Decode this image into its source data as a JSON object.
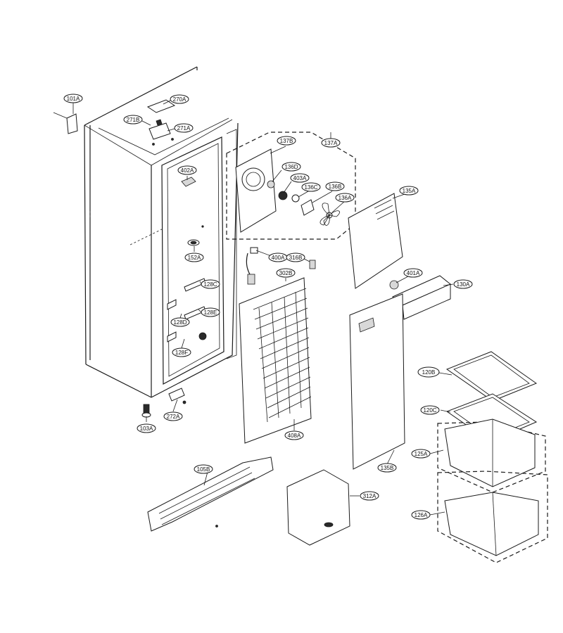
{
  "parts": [
    {
      "id": "p101A",
      "label": "101A"
    },
    {
      "id": "p270A",
      "label": "270A"
    },
    {
      "id": "p271B",
      "label": "271B"
    },
    {
      "id": "p271A",
      "label": "271A"
    },
    {
      "id": "p402A",
      "label": "402A"
    },
    {
      "id": "p152A",
      "label": "152A"
    },
    {
      "id": "p128C",
      "label": "128C"
    },
    {
      "id": "p128D",
      "label": "128D"
    },
    {
      "id": "p128E",
      "label": "128E"
    },
    {
      "id": "p128F",
      "label": "128F"
    },
    {
      "id": "p103A",
      "label": "103A"
    },
    {
      "id": "p272A",
      "label": "272A"
    },
    {
      "id": "p137B",
      "label": "137B"
    },
    {
      "id": "p137A",
      "label": "137A"
    },
    {
      "id": "p136D",
      "label": "136D"
    },
    {
      "id": "p403A",
      "label": "403A"
    },
    {
      "id": "p136C",
      "label": "136C"
    },
    {
      "id": "p136B",
      "label": "136B"
    },
    {
      "id": "p136A",
      "label": "136A"
    },
    {
      "id": "p135A",
      "label": "135A"
    },
    {
      "id": "p400A",
      "label": "400A"
    },
    {
      "id": "p316B",
      "label": "316B"
    },
    {
      "id": "p302B",
      "label": "302B"
    },
    {
      "id": "p401A",
      "label": "401A"
    },
    {
      "id": "p130A",
      "label": "130A"
    },
    {
      "id": "p408A",
      "label": "408A"
    },
    {
      "id": "p135B",
      "label": "135B"
    },
    {
      "id": "p120B",
      "label": "120B"
    },
    {
      "id": "p120C",
      "label": "120C"
    },
    {
      "id": "p125A",
      "label": "125A"
    },
    {
      "id": "p126A",
      "label": "126A"
    },
    {
      "id": "p105B",
      "label": "105B"
    },
    {
      "id": "p312A",
      "label": "312A"
    }
  ]
}
